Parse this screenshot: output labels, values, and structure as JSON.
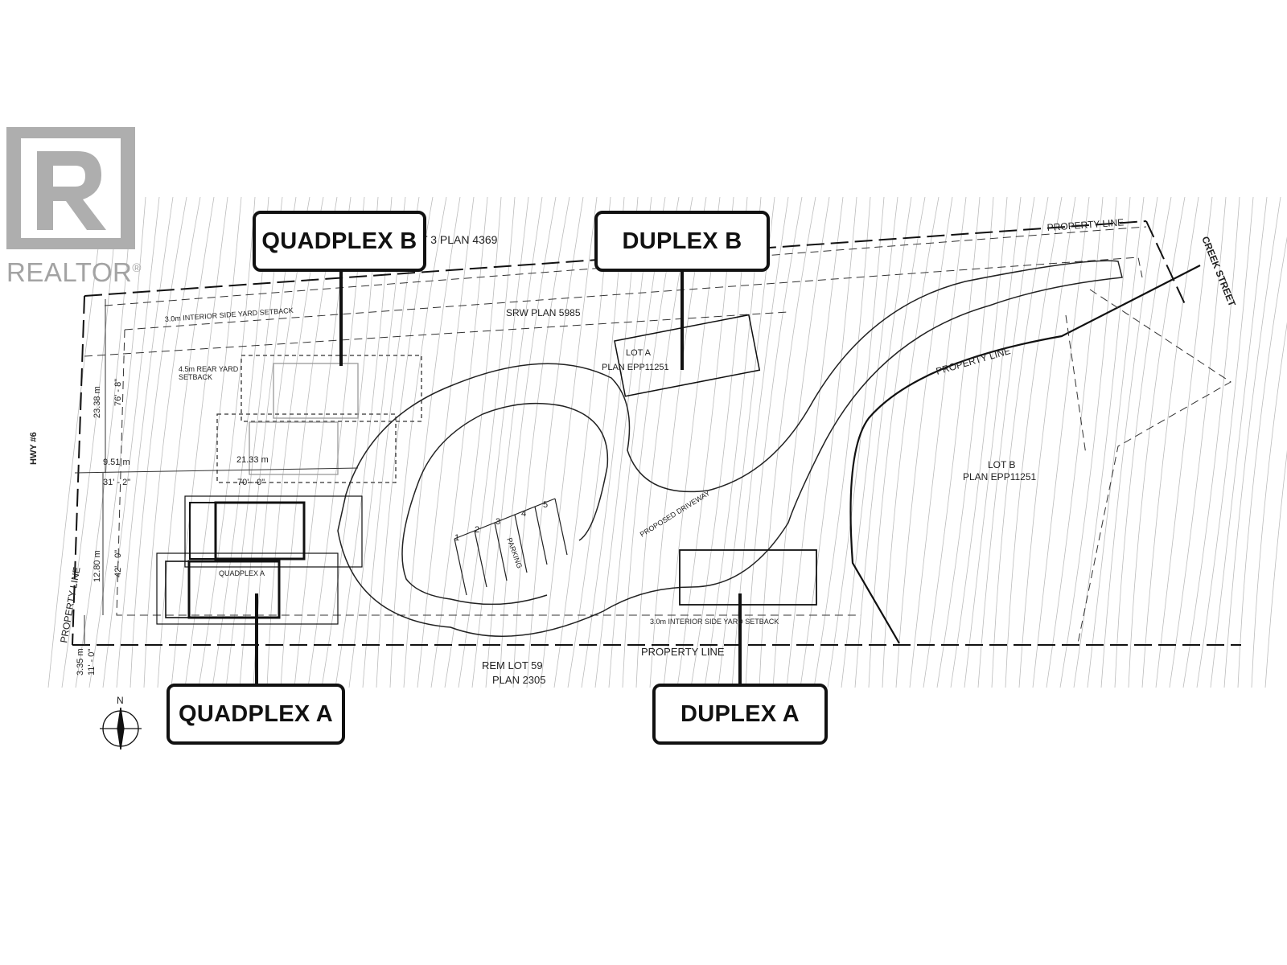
{
  "logo": {
    "text": "REALTOR",
    "mark": "®",
    "icon": "realtor-r-icon"
  },
  "callouts": {
    "quadplex_b": "QUADPLEX B",
    "duplex_b": "DUPLEX B",
    "quadplex_a": "QUADPLEX A",
    "duplex_a": "DUPLEX A"
  },
  "plan": {
    "lot_top": "T 3 PLAN 4369",
    "srw": "SRW PLAN 5985",
    "setback_top": "3.0m INTERIOR SIDE YARD SETBACK",
    "setback_rear_1": "4.5m REAR YARD",
    "setback_rear_2": "SETBACK",
    "setback_bottom": "3.0m INTERIOR SIDE YARD SETBACK",
    "lot_a_1": "LOT A",
    "lot_a_2": "PLAN EPP11251",
    "lot_b_1": "LOT B",
    "lot_b_2": "PLAN EPP11251",
    "property_line_top": "PROPERTY LINE",
    "property_line_mid": "PROPERTY LINE",
    "property_line_bottom": "PROPERTY LINE",
    "property_line_left": "PROPERTY LINE",
    "creek_street": "CREEK STREET",
    "hwy": "HWY #6",
    "rem_lot_1": "REM LOT 59",
    "rem_lot_2": "PLAN 2305",
    "proposed_driveway": "PROPOSED DRIVEWAY",
    "parking": "PARKING",
    "parking_stalls": [
      "1",
      "2",
      "3",
      "4",
      "5"
    ],
    "quadplex_a_label": "QUADPLEX A",
    "north": "N",
    "dims": {
      "d_23_38": "23.38 m",
      "d_76_8": "76' - 8\"",
      "d_9_51": "9.51 m",
      "d_31_2": "31' - 2\"",
      "d_21_33": "21.33 m",
      "d_70_0": "70' - 0\"",
      "d_12_80": "12.80 m",
      "d_42_0": "42' - 0\"",
      "d_3_35": "3.35 m",
      "d_11_0": "11' - 0\""
    }
  },
  "colors": {
    "ink": "#111111",
    "contour": "#b5b5b5",
    "logo": "#aeaeae"
  }
}
